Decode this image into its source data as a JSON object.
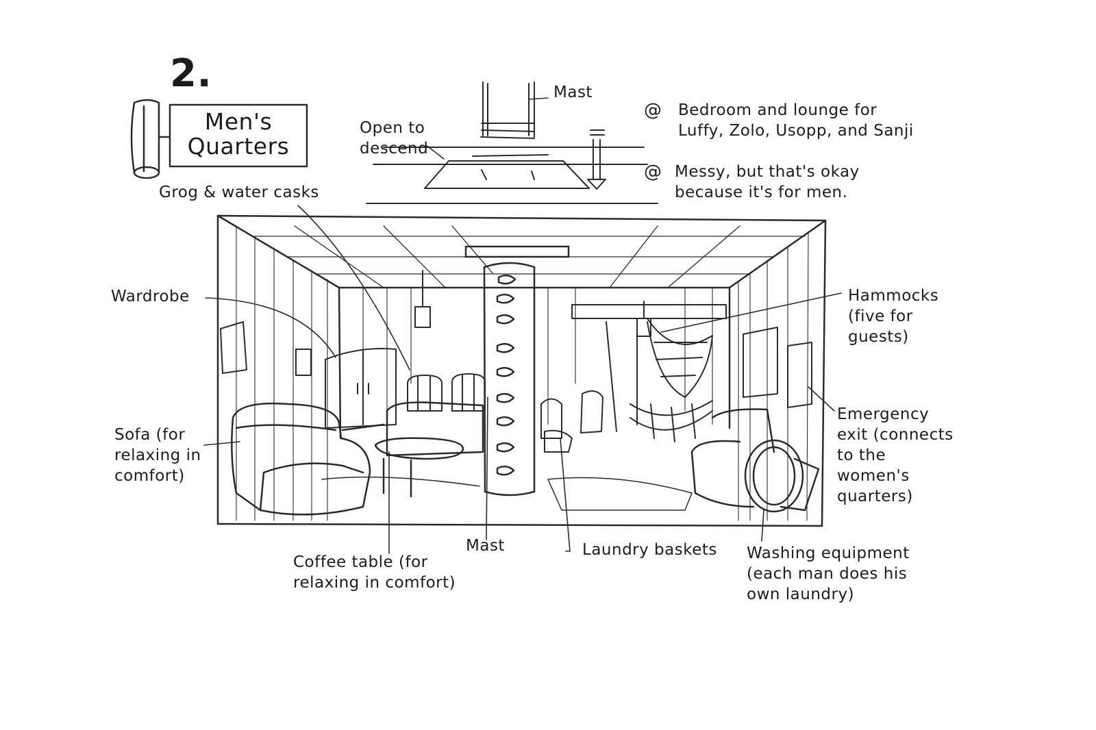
{
  "sheet": {
    "number": "2.",
    "banner_title": "Men's\nQuarters"
  },
  "notes": {
    "marker": "@",
    "note1": "Bedroom and lounge for\nLuffy, Zolo, Usopp, and Sanji",
    "note2": "Messy, but that's okay\nbecause it's for men."
  },
  "labels": {
    "mast_top": "Mast",
    "open_to_descend": "Open to\ndescend",
    "grog_casks": "Grog & water casks",
    "wardrobe": "Wardrobe",
    "sofa": "Sofa (for\nrelaxing in\ncomfort)",
    "hammocks": "Hammocks\n(five for\nguests)",
    "emergency_exit": "Emergency\nexit (connects\nto the\nwomen's\nquarters)",
    "mast_bottom": "Mast",
    "coffee_table": "Coffee table (for\nrelaxing in comfort)",
    "laundry_baskets": "Laundry baskets",
    "washing_equipment": "Washing equipment\n(each man does his\nown laundry)"
  }
}
